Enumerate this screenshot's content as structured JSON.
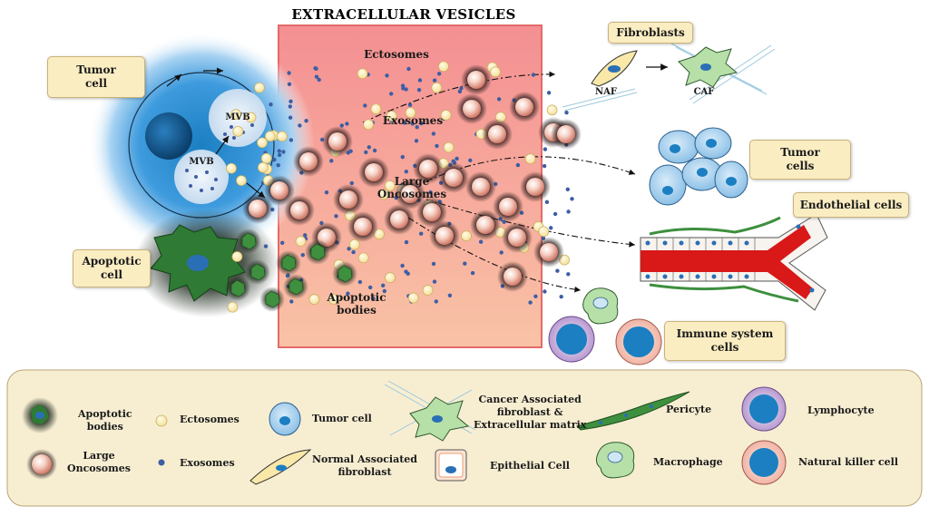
{
  "title": "EXTRACELLULAR VESICLES",
  "labels": {
    "ectosomes": "Ectosomes",
    "exosomes": "Exosomes",
    "large_oncosomes": "Large\nOncosomes",
    "apoptotic_bodies": "Apoptotic\nbodies",
    "mvb_top": "MVB",
    "mvb_bottom": "MVB",
    "naf": "NAF",
    "caf": "CAF"
  },
  "boxes": {
    "tumor_cell": "Tumor\ncell",
    "apoptotic_cell": "Apoptotic\ncell",
    "fibroblasts": "Fibroblasts",
    "tumor_cells": "Tumor\ncells",
    "endothelial_cells": "Endothelial cells",
    "immune_system_cells": "Immune system\ncells"
  },
  "legend": {
    "apoptotic_bodies": "Apoptotic\nbodies",
    "large_oncosomes": "Large\nOncosomes",
    "ectosomes": "Ectosomes",
    "exosomes": "Exosomes",
    "tumor_cell": "Tumor cell",
    "naf": "Normal Associated\nfibroblast",
    "caf": "Cancer Associated\nfibroblast &\nExtracellular matrix",
    "epithelial": "Epithelial Cell",
    "pericyte": "Pericyte",
    "macrophage": "Macrophage",
    "lymphocyte": "Lymphocyte",
    "nk": "Natural killer cell"
  },
  "colors": {
    "ev_zone": "#f59a9a",
    "tumor_blue": "#1b7fc2",
    "apoptotic_green": "#2f7a34",
    "ectosome": "#fbeec0",
    "exosome": "#3d5ea3",
    "endothelial_red": "#d91818",
    "legend_bg": "#f7eed2"
  }
}
